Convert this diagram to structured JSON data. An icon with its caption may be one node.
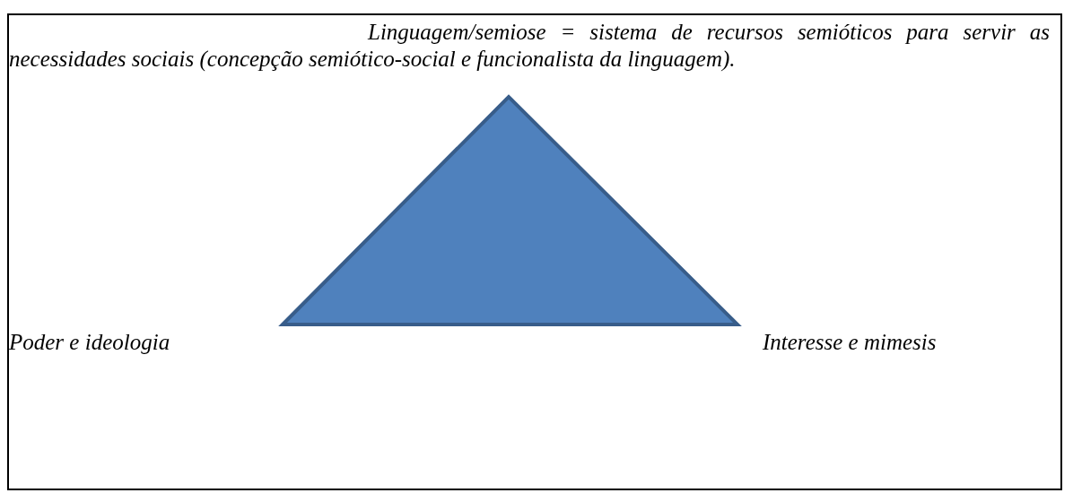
{
  "diagram": {
    "nodes": [
      {
        "text": [],
        "shape": "triangle"
      }
    ],
    "labels": [
      "Linguagem/semiose = sistema de recursos semióticos para servir as necessidades sociais (concepção semiótico-social e funcionalista da linguagem).",
      "Poder e ideologia",
      "Interesse e mimesis"
    ]
  }
}
